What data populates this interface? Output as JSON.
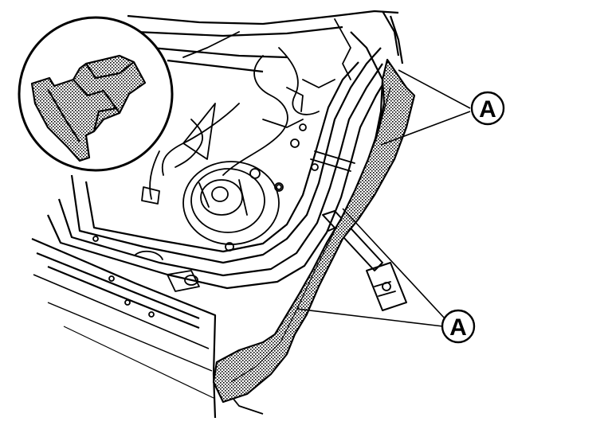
{
  "figure": {
    "callouts": [
      {
        "id": "upper",
        "label": "A"
      },
      {
        "id": "lower",
        "label": "A"
      }
    ],
    "inset": {
      "subject": "seal-part-closeup"
    }
  }
}
